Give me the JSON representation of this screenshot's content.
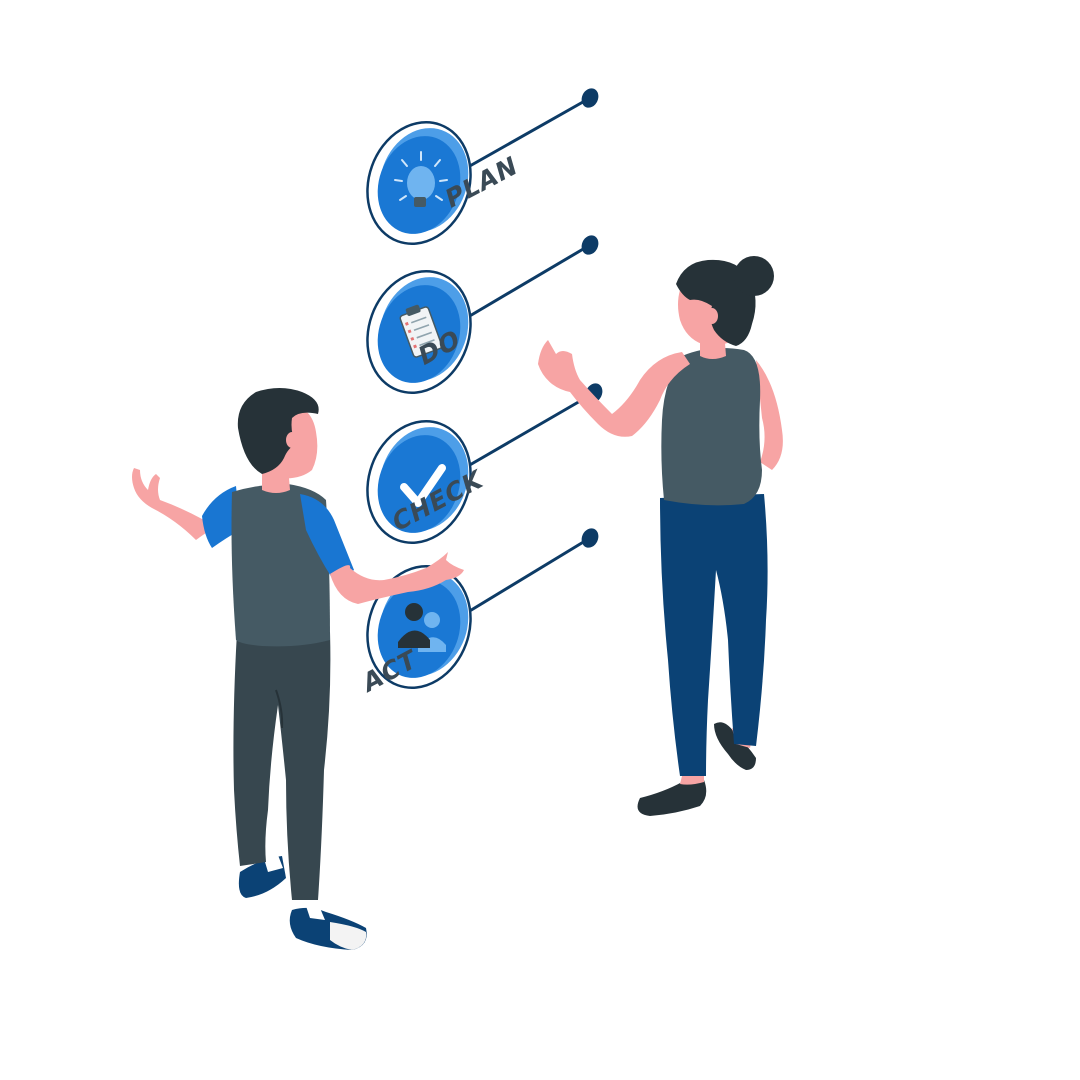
{
  "steps": [
    {
      "label": "PLAN",
      "icon": "lightbulb-icon"
    },
    {
      "label": "DO",
      "icon": "clipboard-checklist-icon"
    },
    {
      "label": "CHECK",
      "icon": "checkmark-icon"
    },
    {
      "label": "ACT",
      "icon": "people-icon"
    }
  ],
  "colors": {
    "badge_blue": "#1a78d4",
    "badge_light": "#4d9ee8",
    "outline_navy": "#0d3b66",
    "label_dark": "#3a4a56",
    "skin": "#f7a4a4",
    "hair": "#263238",
    "vest_gray": "#455a64",
    "pants_navy": "#0b4275",
    "pants_dark": "#37474f",
    "sleeve_blue": "#1976d2"
  }
}
